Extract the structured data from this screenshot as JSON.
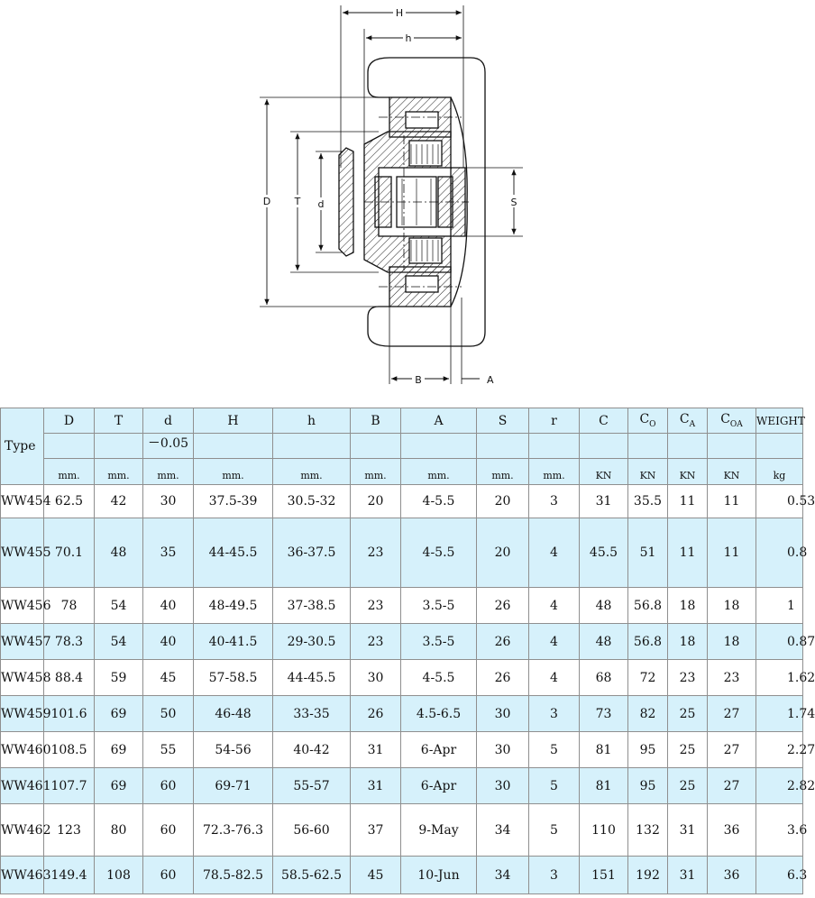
{
  "drawing": {
    "dim_labels": {
      "H": "H",
      "h": "h",
      "D": "D",
      "T": "T",
      "d": "d",
      "S": "S",
      "B": "B",
      "A": "A"
    }
  },
  "table": {
    "type_label": "Type",
    "headers": [
      {
        "key": "D",
        "main": "D",
        "sub": ""
      },
      {
        "key": "T",
        "main": "T",
        "sub": ""
      },
      {
        "key": "d",
        "main": "d",
        "sub": ""
      },
      {
        "key": "H",
        "main": "H",
        "sub": ""
      },
      {
        "key": "h",
        "main": "h",
        "sub": ""
      },
      {
        "key": "B",
        "main": "B",
        "sub": ""
      },
      {
        "key": "A",
        "main": "A",
        "sub": ""
      },
      {
        "key": "S",
        "main": "S",
        "sub": ""
      },
      {
        "key": "r",
        "main": "r",
        "sub": ""
      },
      {
        "key": "C",
        "main": "C",
        "sub": ""
      },
      {
        "key": "C0",
        "main": "C",
        "sub": "O"
      },
      {
        "key": "CA",
        "main": "C",
        "sub": "A"
      },
      {
        "key": "C0A",
        "main": "C",
        "sub": "OA"
      },
      {
        "key": "W",
        "main": "WEIGHT",
        "sub": ""
      }
    ],
    "d_tolerance": "－0.05",
    "units": [
      "mm.",
      "mm.",
      "mm.",
      "mm.",
      "mm.",
      "mm.",
      "mm.",
      "mm.",
      "mm.",
      "KN",
      "KN",
      "KN",
      "KN",
      "kg"
    ],
    "rows": [
      {
        "type": "WW454",
        "cells": [
          "62.5",
          "42",
          "30",
          "37.5-39",
          "30.5-32",
          "20",
          "4-5.5",
          "20",
          "3",
          "31",
          "35.5",
          "11",
          "11",
          "0.53"
        ]
      },
      {
        "type": "WW455",
        "cells": [
          "70.1",
          "48",
          "35",
          "44-45.5",
          "36-37.5",
          "23",
          "4-5.5",
          "20",
          "4",
          "45.5",
          "51",
          "11",
          "11",
          "0.8"
        ]
      },
      {
        "type": "WW456",
        "cells": [
          "78",
          "54",
          "40",
          "48-49.5",
          "37-38.5",
          "23",
          "3.5-5",
          "26",
          "4",
          "48",
          "56.8",
          "18",
          "18",
          "1"
        ]
      },
      {
        "type": "WW457",
        "cells": [
          "78.3",
          "54",
          "40",
          "40-41.5",
          "29-30.5",
          "23",
          "3.5-5",
          "26",
          "4",
          "48",
          "56.8",
          "18",
          "18",
          "0.87"
        ]
      },
      {
        "type": "WW458",
        "cells": [
          "88.4",
          "59",
          "45",
          "57-58.5",
          "44-45.5",
          "30",
          "4-5.5",
          "26",
          "4",
          "68",
          "72",
          "23",
          "23",
          "1.62"
        ]
      },
      {
        "type": "WW459",
        "cells": [
          "101.6",
          "69",
          "50",
          "46-48",
          "33-35",
          "26",
          "4.5-6.5",
          "30",
          "3",
          "73",
          "82",
          "25",
          "27",
          "1.74"
        ]
      },
      {
        "type": "WW460",
        "cells": [
          "108.5",
          "69",
          "55",
          "54-56",
          "40-42",
          "31",
          "6-Apr",
          "30",
          "5",
          "81",
          "95",
          "25",
          "27",
          "2.27"
        ]
      },
      {
        "type": "WW461",
        "cells": [
          "107.7",
          "69",
          "60",
          "69-71",
          "55-57",
          "31",
          "6-Apr",
          "30",
          "5",
          "81",
          "95",
          "25",
          "27",
          "2.82"
        ]
      },
      {
        "type": "WW462",
        "cells": [
          "123",
          "80",
          "60",
          "72.3-76.3",
          "56-60",
          "37",
          "9-May",
          "34",
          "5",
          "110",
          "132",
          "31",
          "36",
          "3.6"
        ]
      },
      {
        "type": "WW463",
        "cells": [
          "149.4",
          "108",
          "60",
          "78.5-82.5",
          "58.5-62.5",
          "45",
          "10-Jun",
          "34",
          "3",
          "151",
          "192",
          "31",
          "36",
          "6.3"
        ]
      }
    ]
  }
}
